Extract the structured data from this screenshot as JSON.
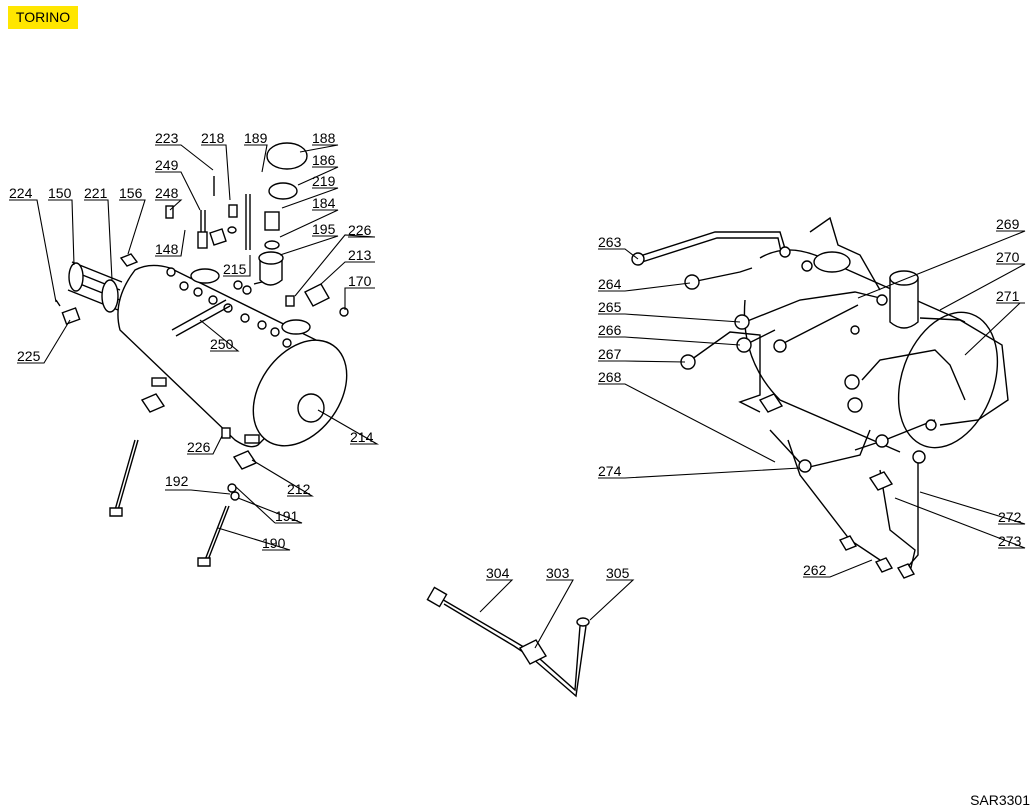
{
  "header": {
    "model": "TORINO",
    "model_bg": "#ffe600"
  },
  "footer": {
    "drawing_code": "SAR3301"
  },
  "callouts": {
    "c223": "223",
    "c218": "218",
    "c189": "189",
    "c188": "188",
    "c186": "186",
    "c219": "219",
    "c184": "184",
    "c249": "249",
    "c248": "248",
    "c148": "148",
    "c224": "224",
    "c150": "150",
    "c221": "221",
    "c156": "156",
    "c195": "195",
    "c226a": "226",
    "c213": "213",
    "c215": "215",
    "c170": "170",
    "c250": "250",
    "c225": "225",
    "c214": "214",
    "c226b": "226",
    "c212": "212",
    "c192": "192",
    "c191": "191",
    "c190": "190",
    "c263": "263",
    "c269": "269",
    "c264": "264",
    "c270": "270",
    "c265": "265",
    "c271": "271",
    "c266": "266",
    "c267": "267",
    "c268": "268",
    "c274": "274",
    "c272": "272",
    "c273": "273",
    "c262": "262",
    "c304": "304",
    "c303": "303",
    "c305": "305"
  }
}
